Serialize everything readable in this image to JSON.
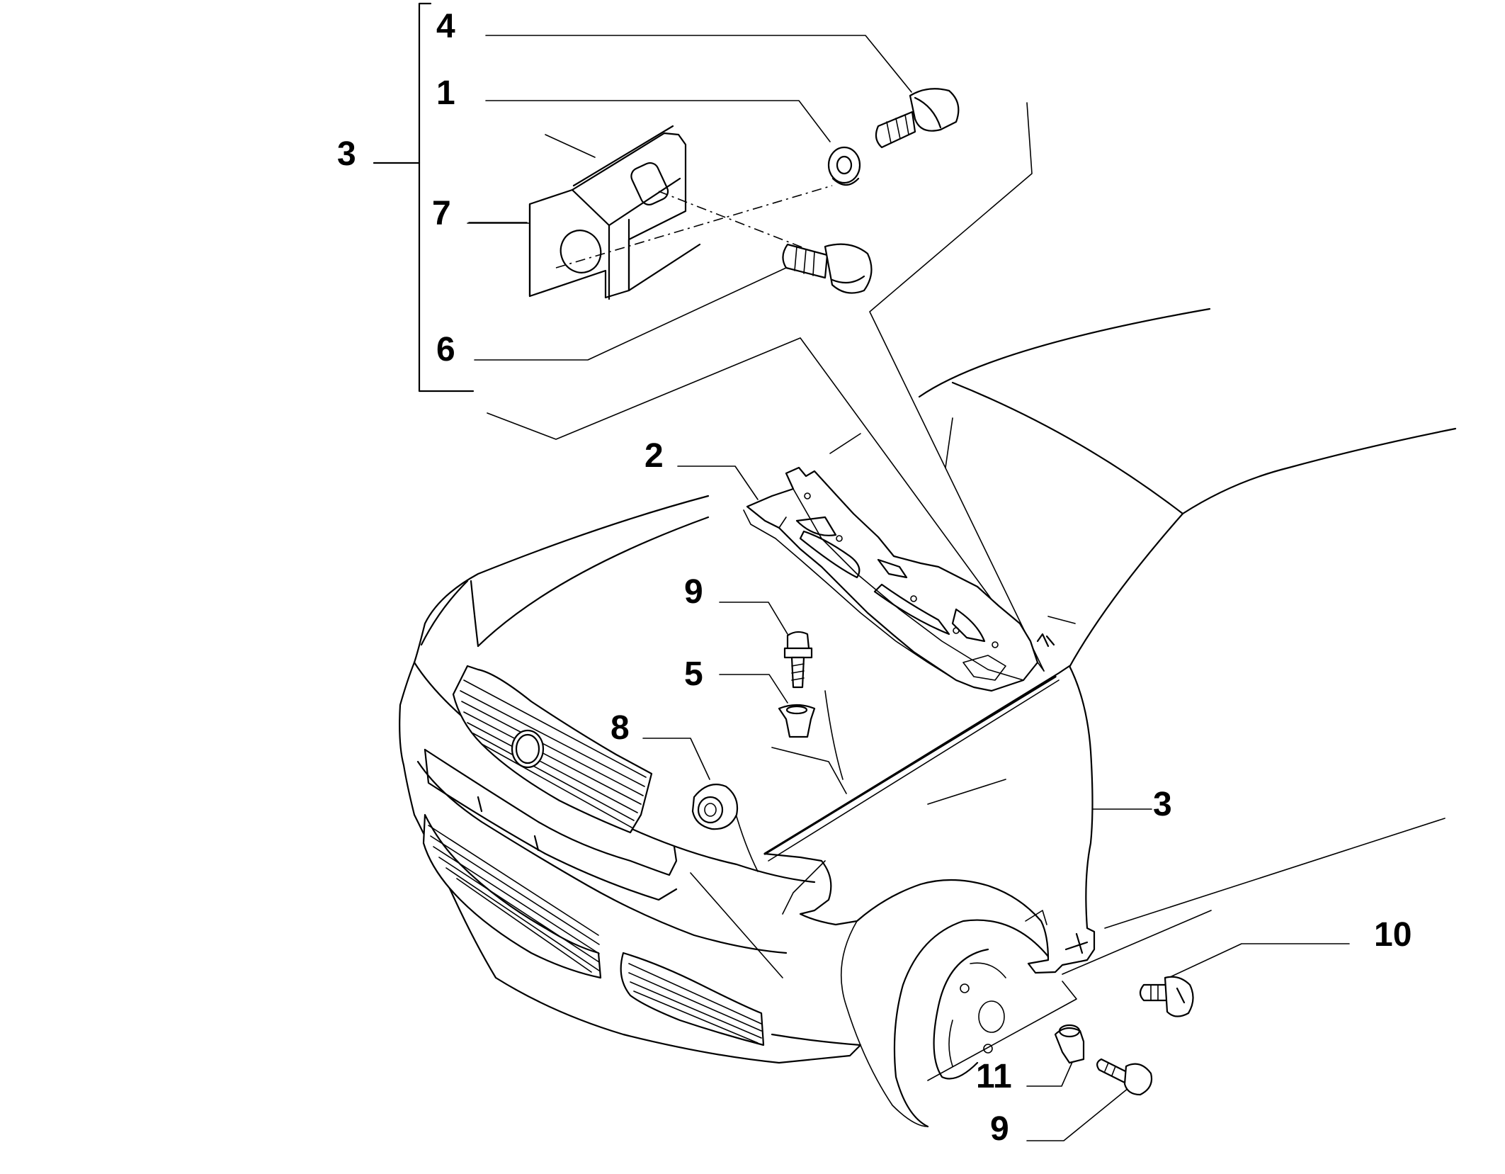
{
  "diagram": {
    "callouts": [
      {
        "id": "c4",
        "text": "4"
      },
      {
        "id": "c1",
        "text": "1"
      },
      {
        "id": "c3a",
        "text": "3"
      },
      {
        "id": "c7",
        "text": "7"
      },
      {
        "id": "c6",
        "text": "6"
      },
      {
        "id": "c2",
        "text": "2"
      },
      {
        "id": "c9a",
        "text": "9"
      },
      {
        "id": "c5",
        "text": "5"
      },
      {
        "id": "c8",
        "text": "8"
      },
      {
        "id": "c3b",
        "text": "3"
      },
      {
        "id": "c10",
        "text": "10"
      },
      {
        "id": "c11",
        "text": "11"
      },
      {
        "id": "c9b",
        "text": "9"
      }
    ]
  }
}
